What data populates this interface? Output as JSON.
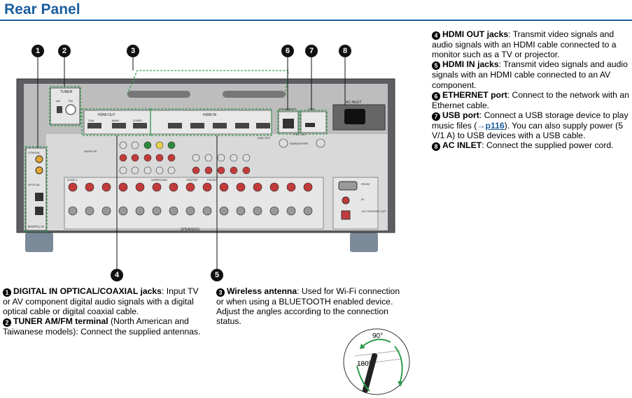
{
  "page": {
    "title": "Rear Panel"
  },
  "callouts": [
    "1",
    "2",
    "3",
    "6",
    "7",
    "8",
    "4",
    "5"
  ],
  "right_desc": [
    {
      "num": "4",
      "term": "HDMI OUT jacks",
      "text": ": Transmit video signals and audio signals with an HDMI cable connected to a monitor such as a TV or projector."
    },
    {
      "num": "5",
      "term": "HDMI IN jacks",
      "text": ": Transmit video signals and audio signals with an HDMI cable connected to an AV component."
    },
    {
      "num": "6",
      "term": "ETHERNET port",
      "text": ": Connect to the network with an Ethernet cable."
    },
    {
      "num": "7",
      "term": "USB port",
      "text": ": Connect a USB storage device to play music files (",
      "link_arrow": "→",
      "link": "p116",
      "text2": "). You can also supply power (5 V/1 A) to USB devices with a USB cable."
    },
    {
      "num": "8",
      "term": "AC INLET",
      "text": ": Connect the supplied power cord."
    }
  ],
  "left_desc": [
    {
      "num": "1",
      "term": "DIGITAL IN OPTICAL/COAXIAL jacks",
      "text": ": Input TV or AV component digital audio signals with a digital optical cable or digital coaxial cable."
    },
    {
      "num": "2",
      "term": "TUNER AM/FM terminal",
      "text": " (North American and Taiwanese models): Connect the supplied antennas."
    }
  ],
  "mid_desc": [
    {
      "num": "3",
      "term": "Wireless antenna",
      "text": ": Used for Wi-Fi connection or when using a BLUETOOTH enabled device. Adjust the angles according to the connection status."
    }
  ],
  "antenna_angles": {
    "a": "90°",
    "b": "180°"
  },
  "panel_labels": {
    "tuner": "TUNER",
    "am": "AM",
    "fm": "FM",
    "hdmi_out": "HDMI OUT",
    "hdmi_in": "HDMI IN",
    "ethernet": "ETHERNET",
    "usb": "USB",
    "ac_inlet": "AC INLET",
    "coaxial": "COAXIAL",
    "optical": "OPTICAL",
    "digital_in": "DIGITAL IN",
    "sub": "SUB",
    "main": "MAIN",
    "zone2": "ZONE2",
    "pre_out": "PRE OUT",
    "subwoofer": "SUBWOOFER",
    "line_out": "LINE OUT",
    "rs232": "RS232",
    "ir": "IR",
    "trigger": "12V TRIGGER OUT",
    "speakers": "SPEAKERS",
    "zone2_lbl": "ZONE 2",
    "front": "FRONT",
    "center": "CENTER",
    "surround": "SURROUND",
    "audio_in": "AUDIO IN"
  },
  "colors": {
    "accent": "#1a5d9e",
    "dash": "#2e9a4c",
    "panel": "#c9c9c9"
  }
}
